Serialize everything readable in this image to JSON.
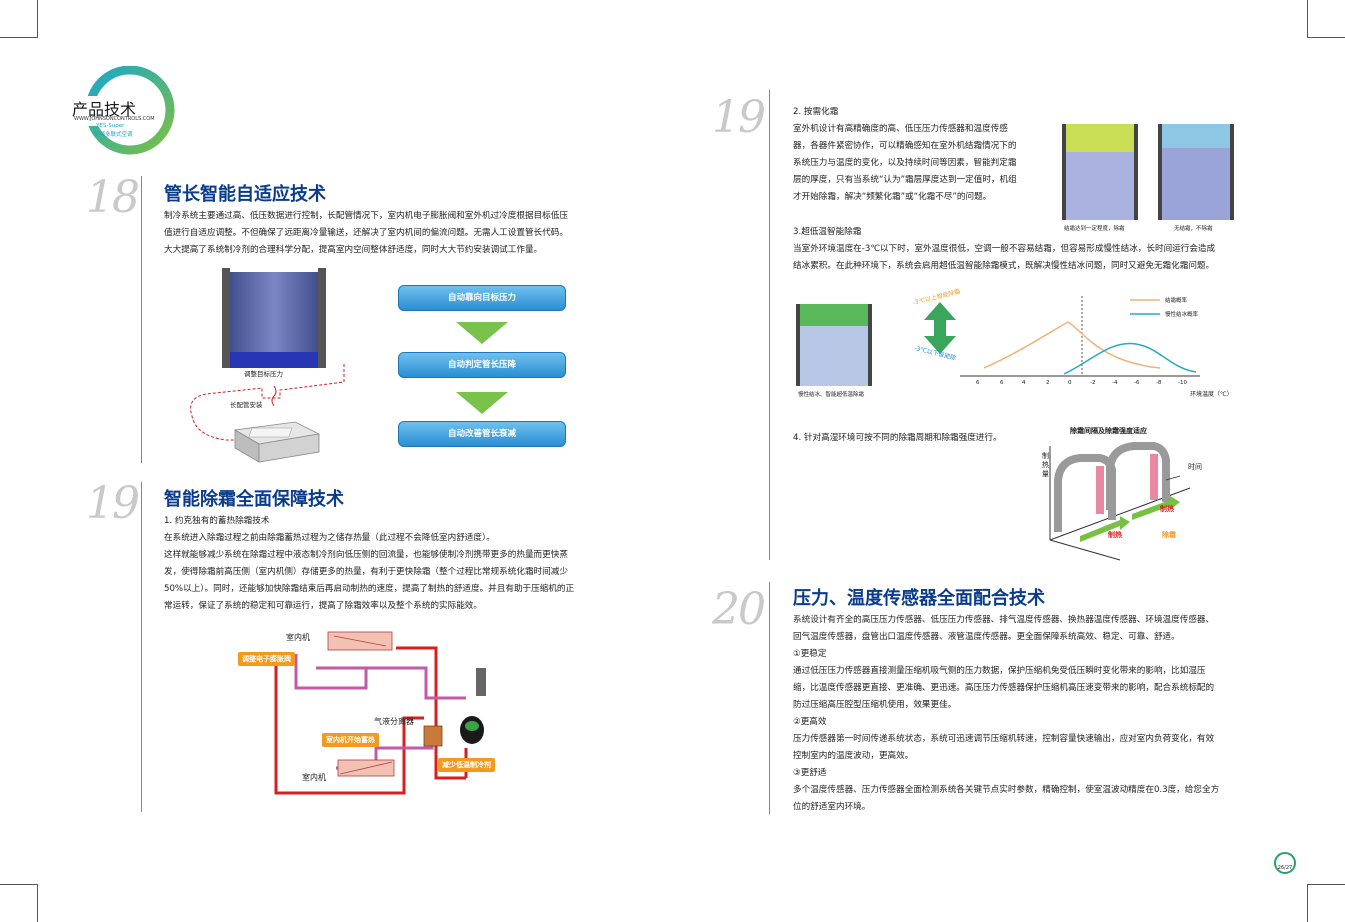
{
  "header": {
    "brand_title": "产品技术",
    "brand_url": "WWW.JOHNSONCONTROLS.COM",
    "brand_sub1": "YES-Super",
    "brand_sub2": "变频多联式空调"
  },
  "section18": {
    "number": "18",
    "title": "管长智能自适应技术",
    "lines": [
      "制冷系统主要通过高、低压数据进行控制，长配管情况下，室内机电子膨胀阀和室外机过冷度根据目标低压",
      "值进行自适应调整。不但确保了远距离冷量输送，还解决了室内机间的偏流问题。无需人工设置管长代码。",
      "大大提高了系统制冷剂的合理科学分配，提高室内空间整体舒适度，同时大大节约安装调试工作量。"
    ],
    "fig_label_target": "调整目标压力",
    "fig_label_pipe": "长配管安装",
    "flow": [
      "自动靠向目标压力",
      "自动判定管长压降",
      "自动改善管长衰减"
    ]
  },
  "section19": {
    "number": "19",
    "title": "智能除霜全面保障技术",
    "sub1": "1. 约克独有的蓄热除霜技术",
    "lines": [
      "在系统进入除霜过程之前由除霜蓄热过程为之储存热量（此过程不会降低室内舒适度）。",
      "这样就能够减少系统在除霜过程中液态制冷剂向低压侧的回流量，也能够使制冷剂携带更多的热量而更快蒸",
      "发，使得除霜前高压侧（室内机侧）存储更多的热量，有利于更快除霜（整个过程比常规系统化霜时间减少",
      "50%以上）。同时，还能够加快除霜结束后再启动制热的速度，提高了制热的舒适度。并且有助于压缩机的正",
      "常运转，保证了系统的稳定和可靠运行，提高了除霜效率以及整个系统的实际能效。"
    ],
    "diagram": {
      "indoor_top": "室内机",
      "indoor_bottom": "室内机",
      "separator": "气液分离器",
      "tag_adjust": "调整电子膨胀阀",
      "tag_start": "室内机开始蓄热",
      "tag_reduce": "减少低温制冷剂"
    }
  },
  "right19": {
    "number": "19",
    "sub2": "2. 按需化霜",
    "lines2": [
      "室外机设计有高精确度的高、低压压力传感器和温度传感",
      "器，各器件紧密协作，可以精确感知在室外机结霜情况下的",
      "系统压力与温度的变化，以及持续时间等因素，智能判定霜",
      "层的厚度，只有当系统“认为”霜层厚度达到一定值时，机组",
      "才开始除霜，解决“频繁化霜”或“化霜不尽”的问题。"
    ],
    "coil_a": "结霜达到一定程度，除霜",
    "coil_b": "无结霜，不除霜",
    "sub3": "3.超低温智能除霜",
    "lines3": [
      "当室外环境温度在-3℃以下时，室外温度很低，空调一般不容易结霜，但容易形成慢性结冰，长时间运行会造成",
      "结冰累积。在此种环境下，系统会启用超低温智能除霜模式，既解决慢性结冰问题，同时又避免无霜化霜问题。"
    ],
    "coil_c": "慢性结冰、智能超低温除霜",
    "arc_top": "-3℃以上智能除霜",
    "arc_bottom": "-3℃以下智能除",
    "legend_a": "结霜概率",
    "legend_b": "慢性结冰概率",
    "ticks": [
      "6",
      "6",
      "4",
      "2",
      "0",
      "-2",
      "-4",
      "-6",
      "-8",
      "-10"
    ],
    "x_title": "环境温度（℃）",
    "sub4": "4. 针对高湿环境可按不同的除霜周期和除霜强度进行。",
    "d4_title": "除霜间隔及除霜强度适应",
    "d4_y": "制热量",
    "d4_time": "时间",
    "d4_heat1": "制热",
    "d4_heat2": "制热",
    "d4_defrost": "除霜"
  },
  "section20": {
    "number": "20",
    "title": "压力、温度传感器全面配合技术",
    "lines": [
      "系统设计有齐全的高压压力传感器、低压压力传感器、排气温度传感器、换热器温度传感器、环境温度传感器、",
      "回气温度传感器，盘管出口温度传感器、液管温度传感器。更全面保障系统高效、稳定、可靠、舒适。",
      "①更稳定",
      "通过低压压力传感器直接测量压缩机吸气侧的压力数据，保护压缩机免受低压瞬时变化带来的影响，比如湿压",
      "缩，比温度传感器更直接、更准确、更迅速。高压压力传感器保护压缩机高压速变带来的影响，配合系统标配的",
      "防过压缩高压腔型压缩机使用，效果更佳。",
      "②更高效",
      "压力传感器第一时间传递系统状态，系统可迅速调节压缩机转速，控制容量快速输出，应对室内负荷变化，有效",
      "控制室内的温度波动，更高效。",
      "③更舒适",
      "多个温度传感器、压力传感器全面检测系统各关键节点实时参数，精确控制，使室温波动精度在0.3度，给您全方",
      "位的舒适室内环境。"
    ]
  },
  "page_badge": "26/27",
  "colors": {
    "title_blue": "#0a3b8c",
    "flow_blue": "#2a8fd3",
    "arrow_green": "#79c34c",
    "tag_orange": "#f39a1e",
    "pipe_red": "#d81e1e"
  }
}
